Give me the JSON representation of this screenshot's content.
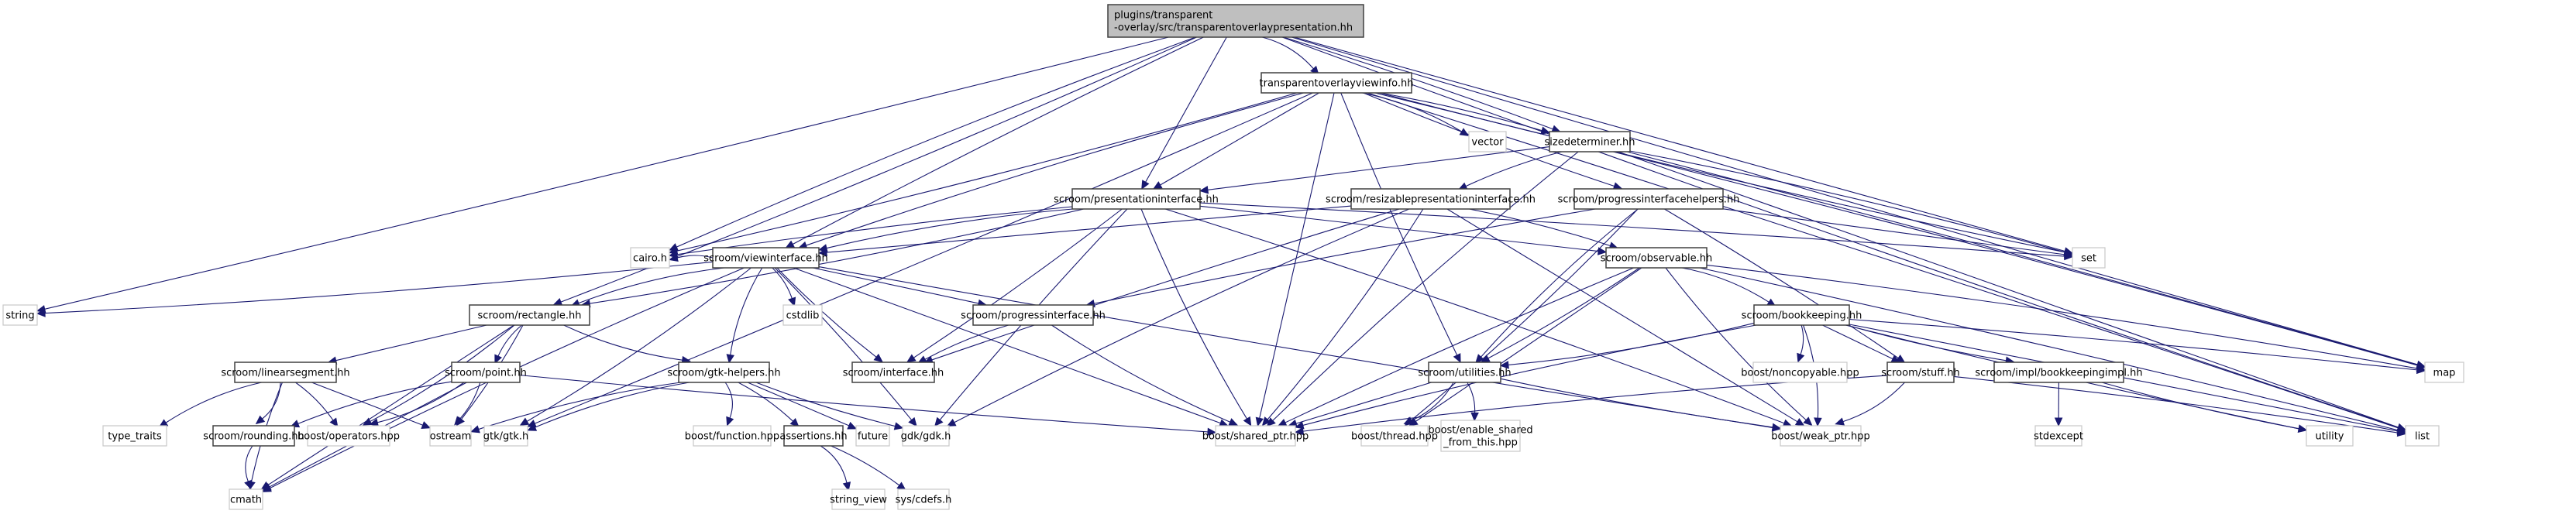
{
  "graph": {
    "kind": "include-dependency-graph",
    "colors": {
      "edge": "#191970",
      "root_fill": "#bfbfbf",
      "project_border": "#404040",
      "external_border": "#c8c8c8"
    },
    "nodes": [
      {
        "id": "root",
        "type": "root",
        "lines": [
          "plugins/transparent",
          "-overlay/src/transparentoverlaypresentation.hh"
        ]
      },
      {
        "id": "viewinfo",
        "type": "project",
        "lines": [
          "transparentoverlayviewinfo.hh"
        ]
      },
      {
        "id": "vector",
        "type": "external",
        "lines": [
          "vector"
        ]
      },
      {
        "id": "sizedeterminer",
        "type": "project",
        "lines": [
          "sizedeterminer.hh"
        ]
      },
      {
        "id": "presentationinterface",
        "type": "project",
        "lines": [
          "scroom/presentationinterface.hh"
        ]
      },
      {
        "id": "resizablepresentationinterface",
        "type": "project",
        "lines": [
          "scroom/resizablepresentationinterface.hh"
        ]
      },
      {
        "id": "progressinterfacehelpers",
        "type": "project",
        "lines": [
          "scroom/progressinterfacehelpers.hh"
        ]
      },
      {
        "id": "cairo",
        "type": "external",
        "lines": [
          "cairo.h"
        ]
      },
      {
        "id": "viewinterface",
        "type": "project",
        "lines": [
          "scroom/viewinterface.hh"
        ]
      },
      {
        "id": "set",
        "type": "external",
        "lines": [
          "set"
        ]
      },
      {
        "id": "observable",
        "type": "project",
        "lines": [
          "scroom/observable.hh"
        ]
      },
      {
        "id": "string",
        "type": "external",
        "lines": [
          "string"
        ]
      },
      {
        "id": "rectangle",
        "type": "project",
        "lines": [
          "scroom/rectangle.hh"
        ]
      },
      {
        "id": "cstdlib",
        "type": "external",
        "lines": [
          "cstdlib"
        ]
      },
      {
        "id": "progressinterface",
        "type": "project",
        "lines": [
          "scroom/progressinterface.hh"
        ]
      },
      {
        "id": "bookkeeping",
        "type": "project",
        "lines": [
          "scroom/bookkeeping.hh"
        ]
      },
      {
        "id": "map",
        "type": "external",
        "lines": [
          "map"
        ]
      },
      {
        "id": "linearsegment",
        "type": "project",
        "lines": [
          "scroom/linearsegment.hh"
        ]
      },
      {
        "id": "point",
        "type": "project",
        "lines": [
          "scroom/point.hh"
        ]
      },
      {
        "id": "gtkhelpers",
        "type": "project",
        "lines": [
          "scroom/gtk-helpers.hh"
        ]
      },
      {
        "id": "interface",
        "type": "project",
        "lines": [
          "scroom/interface.hh"
        ]
      },
      {
        "id": "utilities",
        "type": "project",
        "lines": [
          "scroom/utilities.hh"
        ]
      },
      {
        "id": "noncopyable",
        "type": "external",
        "lines": [
          "boost/noncopyable.hpp"
        ]
      },
      {
        "id": "stuff",
        "type": "project",
        "lines": [
          "scroom/stuff.hh"
        ]
      },
      {
        "id": "bookkeepingimpl",
        "type": "project",
        "lines": [
          "scroom/impl/bookkeepingimpl.hh"
        ]
      },
      {
        "id": "type_traits",
        "type": "external",
        "lines": [
          "type_traits"
        ]
      },
      {
        "id": "rounding",
        "type": "project",
        "lines": [
          "scroom/rounding.hh"
        ]
      },
      {
        "id": "operators",
        "type": "external",
        "lines": [
          "boost/operators.hpp"
        ]
      },
      {
        "id": "ostream",
        "type": "external",
        "lines": [
          "ostream"
        ]
      },
      {
        "id": "gtk",
        "type": "external",
        "lines": [
          "gtk/gtk.h"
        ]
      },
      {
        "id": "function",
        "type": "external",
        "lines": [
          "boost/function.hpp"
        ]
      },
      {
        "id": "assertions",
        "type": "project",
        "lines": [
          "assertions.hh"
        ]
      },
      {
        "id": "future",
        "type": "external",
        "lines": [
          "future"
        ]
      },
      {
        "id": "gdk",
        "type": "external",
        "lines": [
          "gdk/gdk.h"
        ]
      },
      {
        "id": "shared_ptr",
        "type": "external",
        "lines": [
          "boost/shared_ptr.hpp"
        ]
      },
      {
        "id": "thread",
        "type": "external",
        "lines": [
          "boost/thread.hpp"
        ]
      },
      {
        "id": "enable_shared",
        "type": "external",
        "lines": [
          "boost/enable_shared",
          "_from_this.hpp"
        ]
      },
      {
        "id": "weak_ptr",
        "type": "external",
        "lines": [
          "boost/weak_ptr.hpp"
        ]
      },
      {
        "id": "stdexcept",
        "type": "external",
        "lines": [
          "stdexcept"
        ]
      },
      {
        "id": "utility",
        "type": "external",
        "lines": [
          "utility"
        ]
      },
      {
        "id": "list",
        "type": "external",
        "lines": [
          "list"
        ]
      },
      {
        "id": "cmath",
        "type": "external",
        "lines": [
          "cmath"
        ]
      },
      {
        "id": "string_view",
        "type": "external",
        "lines": [
          "string_view"
        ]
      },
      {
        "id": "cdefs",
        "type": "external",
        "lines": [
          "sys/cdefs.h"
        ]
      }
    ],
    "edges": [
      [
        "root",
        "viewinfo"
      ],
      [
        "root",
        "sizedeterminer"
      ],
      [
        "root",
        "presentationinterface"
      ],
      [
        "root",
        "viewinterface"
      ],
      [
        "root",
        "cairo"
      ],
      [
        "root",
        "rectangle"
      ],
      [
        "root",
        "string"
      ],
      [
        "root",
        "set"
      ],
      [
        "root",
        "map"
      ],
      [
        "root",
        "list"
      ],
      [
        "viewinfo",
        "vector"
      ],
      [
        "viewinfo",
        "sizedeterminer"
      ],
      [
        "viewinfo",
        "presentationinterface"
      ],
      [
        "viewinfo",
        "progressinterfacehelpers"
      ],
      [
        "viewinfo",
        "viewinterface"
      ],
      [
        "viewinfo",
        "cairo"
      ],
      [
        "viewinfo",
        "gtk"
      ],
      [
        "viewinfo",
        "shared_ptr"
      ],
      [
        "viewinfo",
        "utilities"
      ],
      [
        "viewinfo",
        "set"
      ],
      [
        "viewinfo",
        "map"
      ],
      [
        "viewinfo",
        "list"
      ],
      [
        "sizedeterminer",
        "presentationinterface"
      ],
      [
        "sizedeterminer",
        "resizablepresentationinterface"
      ],
      [
        "sizedeterminer",
        "shared_ptr"
      ],
      [
        "sizedeterminer",
        "set"
      ],
      [
        "sizedeterminer",
        "map"
      ],
      [
        "sizedeterminer",
        "list"
      ],
      [
        "presentationinterface",
        "cairo"
      ],
      [
        "presentationinterface",
        "viewinterface"
      ],
      [
        "presentationinterface",
        "rectangle"
      ],
      [
        "presentationinterface",
        "interface"
      ],
      [
        "presentationinterface",
        "observable"
      ],
      [
        "presentationinterface",
        "gdk"
      ],
      [
        "presentationinterface",
        "shared_ptr"
      ],
      [
        "presentationinterface",
        "weak_ptr"
      ],
      [
        "presentationinterface",
        "set"
      ],
      [
        "resizablepresentationinterface",
        "viewinterface"
      ],
      [
        "resizablepresentationinterface",
        "interface"
      ],
      [
        "resizablepresentationinterface",
        "gdk"
      ],
      [
        "resizablepresentationinterface",
        "shared_ptr"
      ],
      [
        "resizablepresentationinterface",
        "observable"
      ],
      [
        "resizablepresentationinterface",
        "weak_ptr"
      ],
      [
        "progressinterfacehelpers",
        "progressinterface"
      ],
      [
        "progressinterfacehelpers",
        "utilities"
      ],
      [
        "progressinterfacehelpers",
        "thread"
      ],
      [
        "progressinterfacehelpers",
        "stuff"
      ],
      [
        "progressinterfacehelpers",
        "set"
      ],
      [
        "viewinterface",
        "cairo"
      ],
      [
        "viewinterface",
        "rectangle"
      ],
      [
        "viewinterface",
        "string"
      ],
      [
        "viewinterface",
        "cstdlib"
      ],
      [
        "viewinterface",
        "progressinterface"
      ],
      [
        "viewinterface",
        "interface"
      ],
      [
        "viewinterface",
        "gtkhelpers"
      ],
      [
        "viewinterface",
        "gtk"
      ],
      [
        "viewinterface",
        "gdk"
      ],
      [
        "viewinterface",
        "shared_ptr"
      ],
      [
        "viewinterface",
        "weak_ptr"
      ],
      [
        "viewinterface",
        "cmath"
      ],
      [
        "observable",
        "bookkeeping"
      ],
      [
        "observable",
        "utilities"
      ],
      [
        "observable",
        "thread"
      ],
      [
        "observable",
        "shared_ptr"
      ],
      [
        "observable",
        "weak_ptr"
      ],
      [
        "observable",
        "map"
      ],
      [
        "observable",
        "list"
      ],
      [
        "rectangle",
        "linearsegment"
      ],
      [
        "rectangle",
        "point"
      ],
      [
        "rectangle",
        "gtkhelpers"
      ],
      [
        "rectangle",
        "operators"
      ],
      [
        "rectangle",
        "ostream"
      ],
      [
        "rectangle",
        "cmath"
      ],
      [
        "progressinterface",
        "interface"
      ],
      [
        "progressinterface",
        "shared_ptr"
      ],
      [
        "bookkeeping",
        "utilities"
      ],
      [
        "bookkeeping",
        "noncopyable"
      ],
      [
        "bookkeeping",
        "stuff"
      ],
      [
        "bookkeeping",
        "bookkeepingimpl"
      ],
      [
        "bookkeeping",
        "shared_ptr"
      ],
      [
        "bookkeeping",
        "weak_ptr"
      ],
      [
        "bookkeeping",
        "map"
      ],
      [
        "bookkeeping",
        "list"
      ],
      [
        "bookkeeping",
        "utility"
      ],
      [
        "linearsegment",
        "type_traits"
      ],
      [
        "linearsegment",
        "rounding"
      ],
      [
        "linearsegment",
        "operators"
      ],
      [
        "linearsegment",
        "ostream"
      ],
      [
        "linearsegment",
        "cmath"
      ],
      [
        "point",
        "rounding"
      ],
      [
        "point",
        "operators"
      ],
      [
        "point",
        "ostream"
      ],
      [
        "point",
        "cmath"
      ],
      [
        "point",
        "shared_ptr"
      ],
      [
        "gtkhelpers",
        "gtk"
      ],
      [
        "gtkhelpers",
        "function"
      ],
      [
        "gtkhelpers",
        "assertions"
      ],
      [
        "gtkhelpers",
        "future"
      ],
      [
        "gtkhelpers",
        "gdk"
      ],
      [
        "gtkhelpers",
        "ostream"
      ],
      [
        "utilities",
        "thread"
      ],
      [
        "utilities",
        "enable_shared"
      ],
      [
        "utilities",
        "shared_ptr"
      ],
      [
        "utilities",
        "weak_ptr"
      ],
      [
        "stuff",
        "shared_ptr"
      ],
      [
        "stuff",
        "weak_ptr"
      ],
      [
        "stuff",
        "list"
      ],
      [
        "bookkeepingimpl",
        "stdexcept"
      ],
      [
        "bookkeepingimpl",
        "utility"
      ],
      [
        "rounding",
        "cmath"
      ],
      [
        "assertions",
        "string_view"
      ],
      [
        "assertions",
        "cdefs"
      ]
    ]
  }
}
